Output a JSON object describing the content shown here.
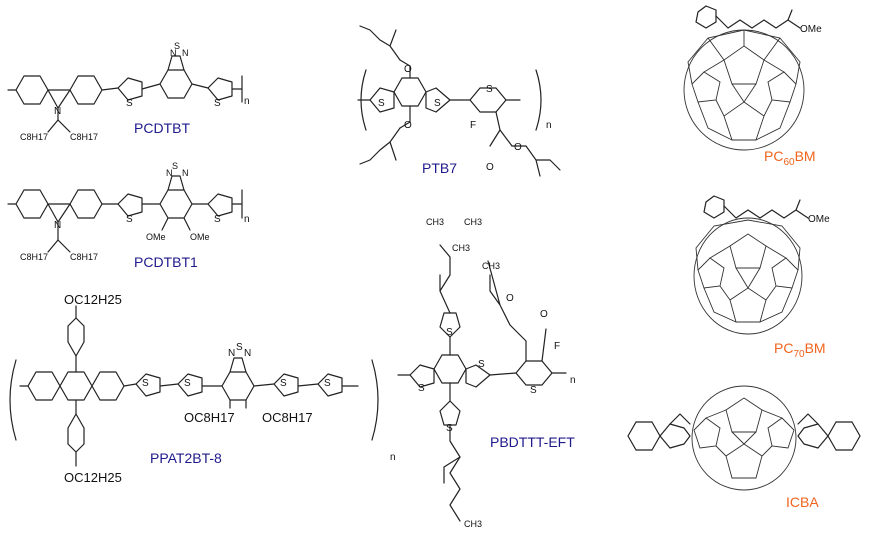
{
  "polymers": [
    {
      "id": "pcdtbt",
      "name": "PCDTBT",
      "side": "C8H17",
      "color": "#1f1a8c"
    },
    {
      "id": "pcdtbt1",
      "name": "PCDTBT1",
      "side": "C8H17",
      "methoxy": "OMe",
      "color": "#1f1a8c"
    },
    {
      "id": "ppat2bt8",
      "name": "PPAT2BT-8",
      "alkoxy_top": "OC12H25",
      "alkoxy_bottom": "OC12H25",
      "octyloxy": "OC8H17",
      "color": "#1f1a8c"
    },
    {
      "id": "ptb7",
      "name": "PTB7",
      "fluoro": "F",
      "color": "#1f1a8c"
    },
    {
      "id": "pbdttteft",
      "name": "PBDTTT-EFT",
      "fluoro": "F",
      "methyl": "CH3",
      "color": "#1f1a8c"
    }
  ],
  "acceptors": [
    {
      "id": "pc60bm",
      "name_main": "PC",
      "name_sub": "60",
      "name_tail": "BM",
      "ester": "OMe",
      "color": "#f0641e"
    },
    {
      "id": "pc70bm",
      "name_main": "PC",
      "name_sub": "70",
      "name_tail": "BM",
      "ester": "OMe",
      "color": "#f0641e"
    },
    {
      "id": "icba",
      "name": "ICBA",
      "color": "#f0641e"
    }
  ],
  "atoms": {
    "S": "S",
    "N": "N",
    "O": "O",
    "F": "F",
    "n": "n"
  }
}
